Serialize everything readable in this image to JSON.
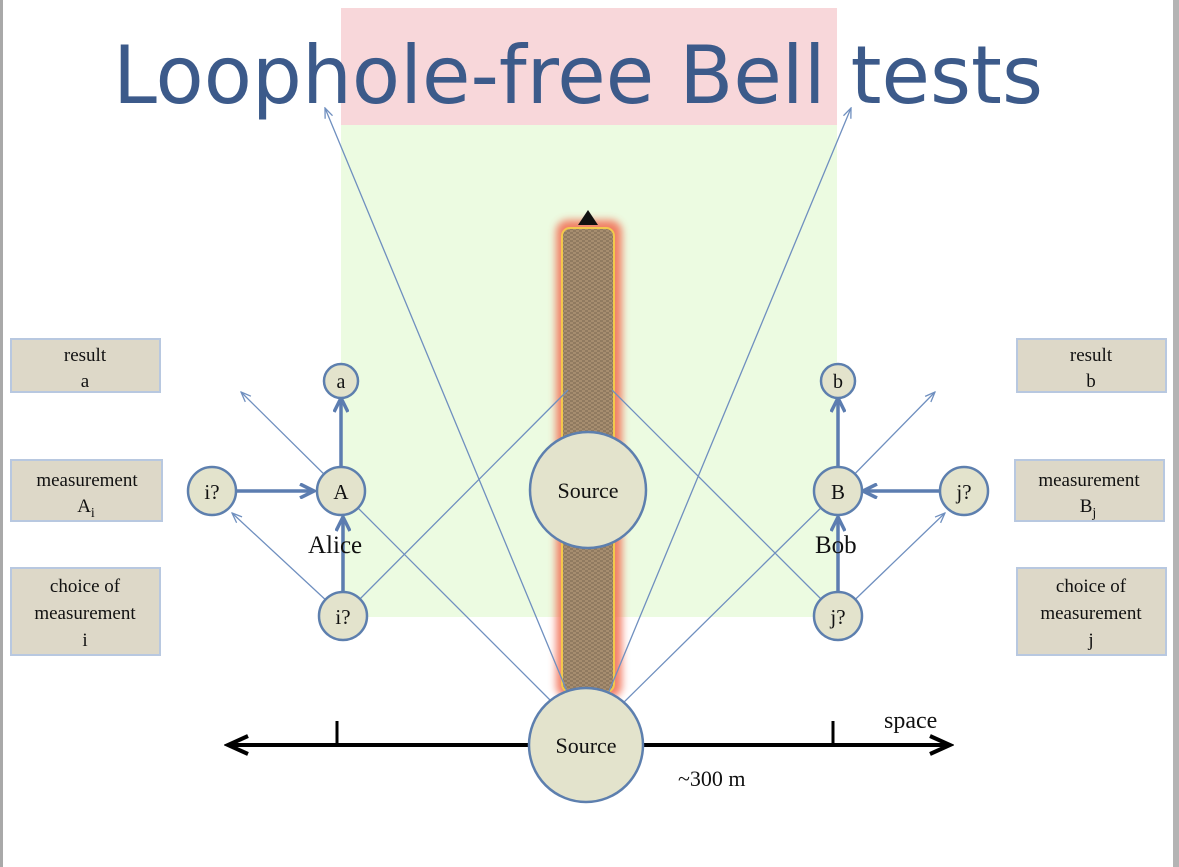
{
  "title": "Loophole-free Bell tests",
  "left_labels": {
    "result": [
      "result",
      "a"
    ],
    "measurement": [
      "measurement",
      "A",
      "i"
    ],
    "choice": [
      "choice of",
      "measurement",
      "i"
    ]
  },
  "right_labels": {
    "result": [
      "result",
      "b"
    ],
    "measurement": [
      "measurement",
      "B",
      "j"
    ],
    "choice": [
      "choice of",
      "measurement",
      "j"
    ]
  },
  "nodes": {
    "a": "a",
    "b": "b",
    "A": "A",
    "B": "B",
    "i_left": "i?",
    "i_bottom": "i?",
    "j_right": "j?",
    "j_bottom": "j?",
    "source_mid": "Source",
    "source_bottom": "Source"
  },
  "names": {
    "alice": "Alice",
    "bob": "Bob"
  },
  "axis": {
    "label": "space",
    "distance": "~300 m"
  },
  "colors": {
    "title": "#3c5a8a",
    "pink_region": "#f8d7da",
    "green_region": "#ecfbe1",
    "box_fill": "#ddd8c8",
    "node_fill": "#e3e3cc",
    "arrow_blue": "#5c7db0",
    "column_fill": "#a48a6b",
    "column_glow": "#f26b50"
  }
}
